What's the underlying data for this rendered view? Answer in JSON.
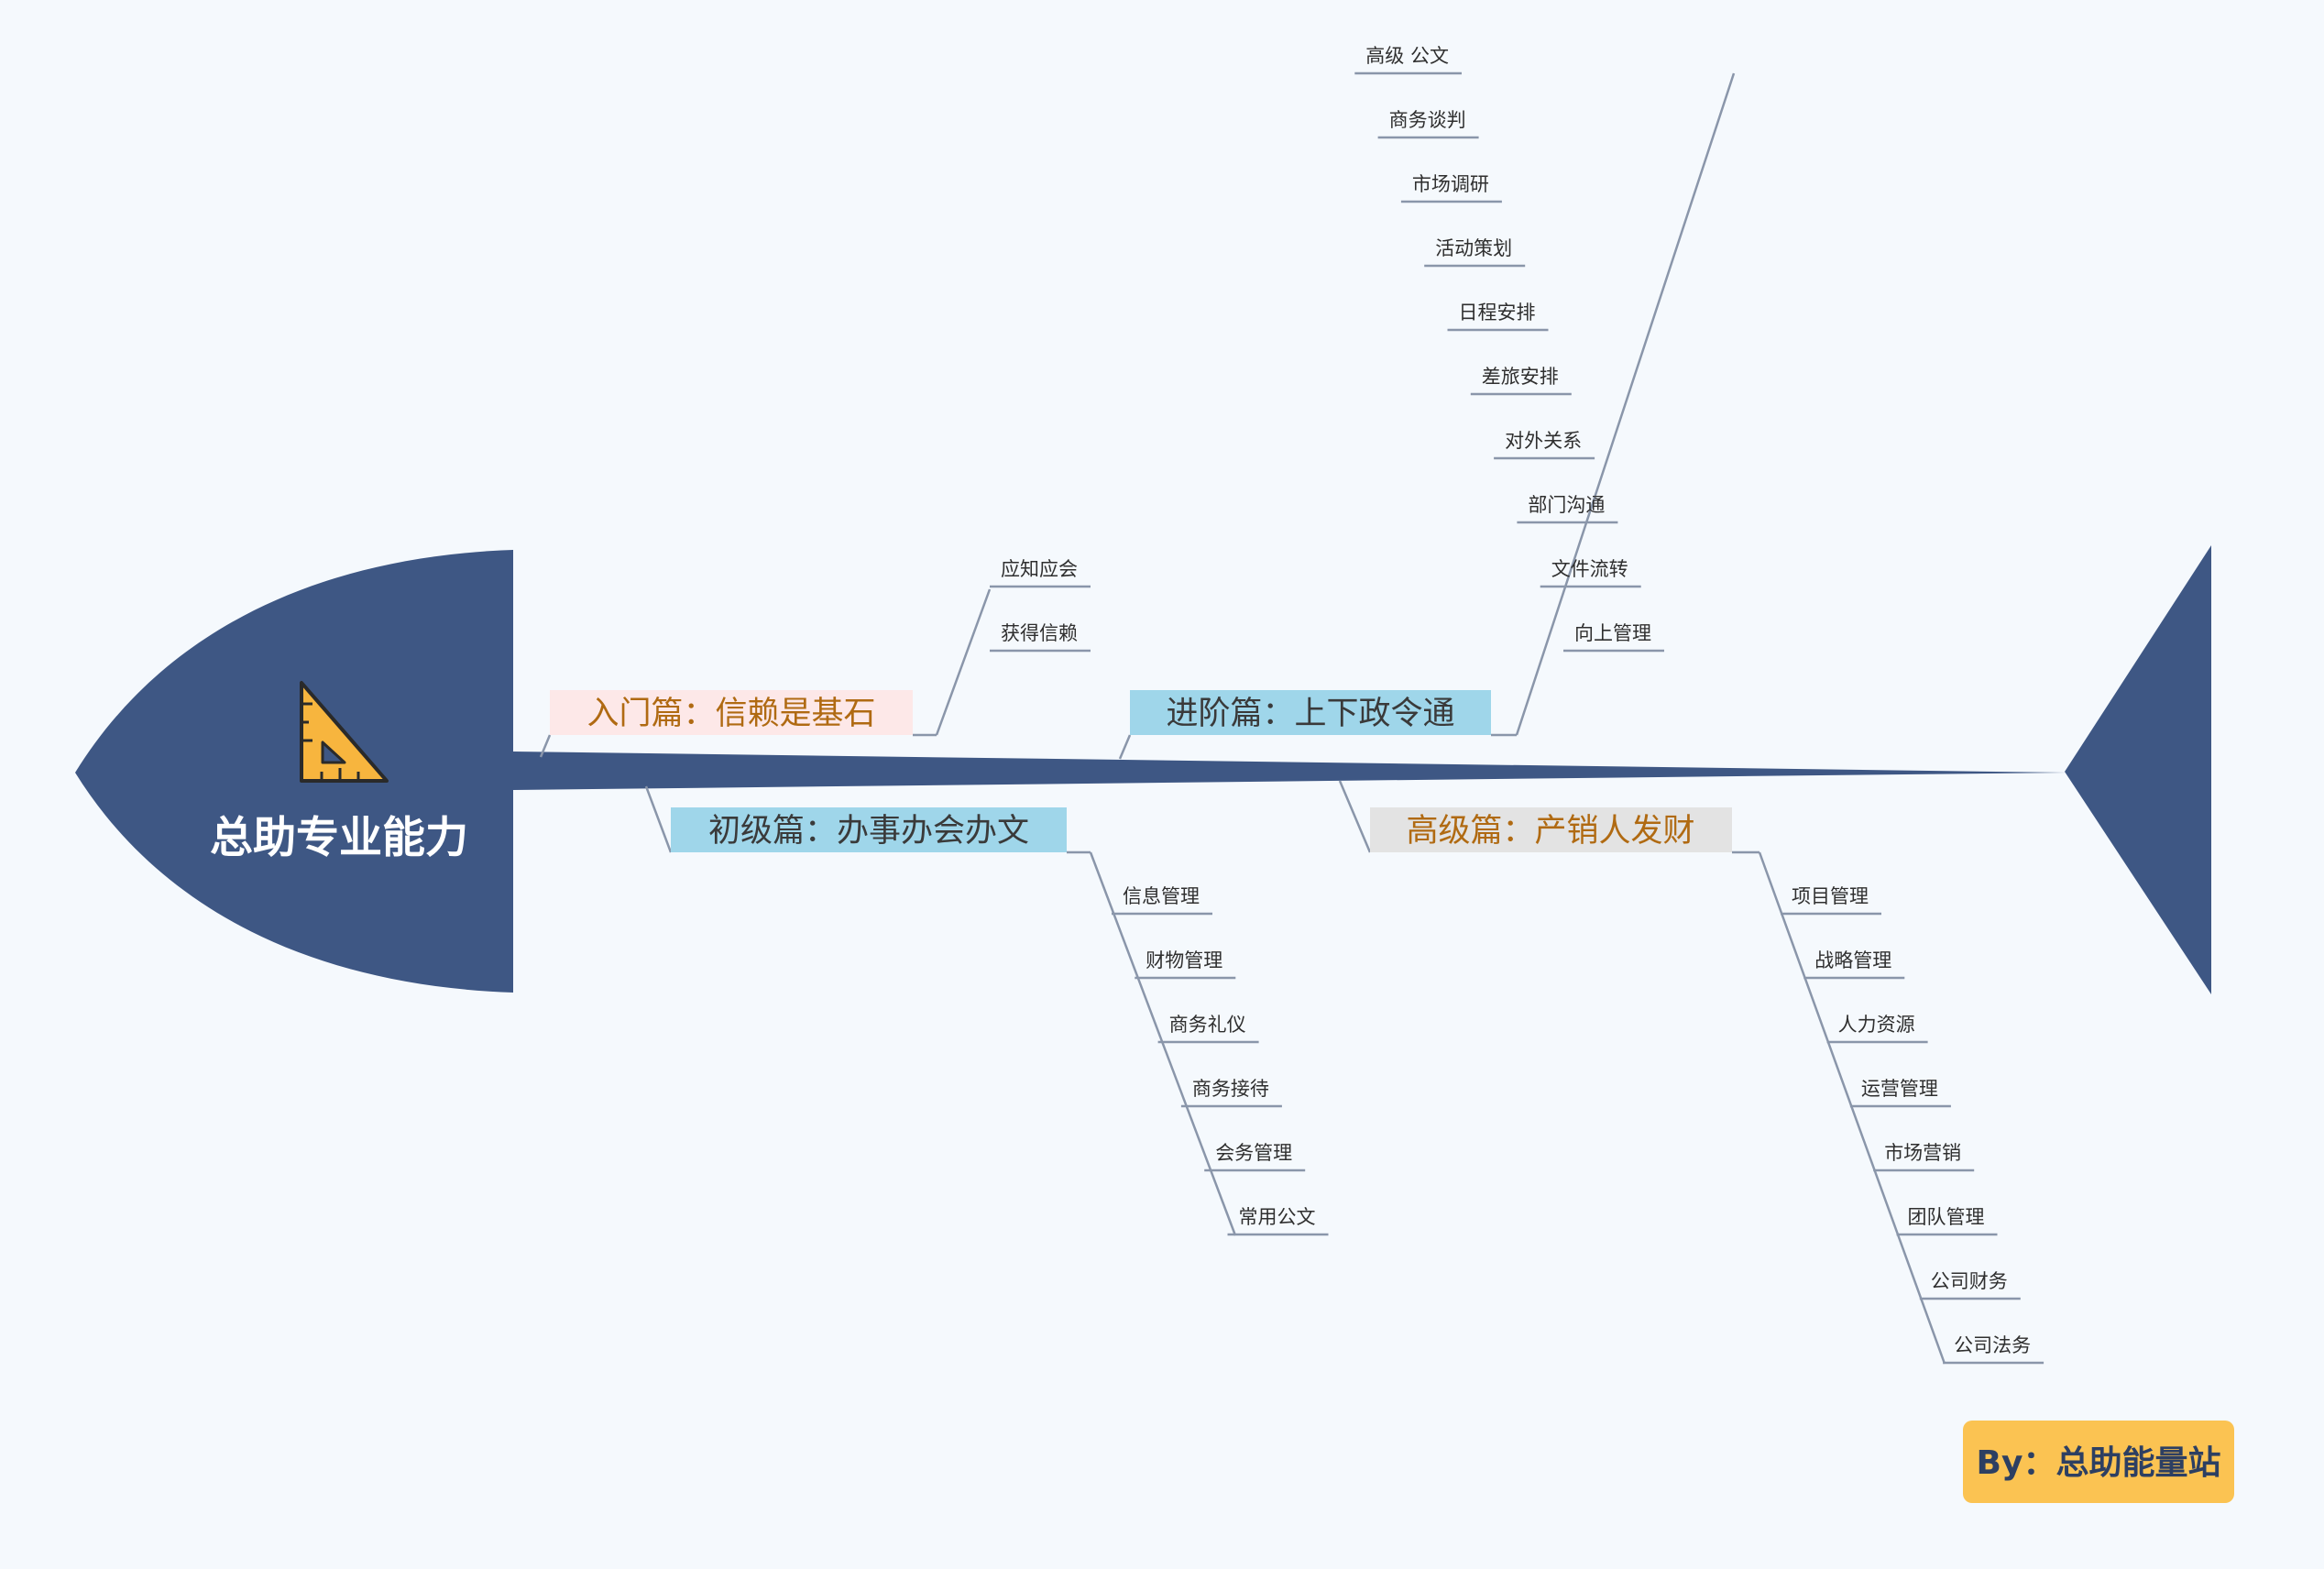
{
  "center": {
    "title": "总助专业能力",
    "icon": "set-square-ruler-icon"
  },
  "colors": {
    "fish": "#3e5784",
    "line": "#8a96aa",
    "b1_bg": "#fde8e8",
    "b1_text": "#b06a12",
    "b2_bg": "#9fd6ea",
    "b2_text": "#3a3a3a",
    "b3_bg": "#9fd6ea",
    "b3_text": "#3a3a3a",
    "b4_bg": "#e3e3e3",
    "b4_text": "#b06a12",
    "badge_bg": "#fbc352"
  },
  "branches": {
    "b1": {
      "label": "入门篇：信赖是基石",
      "leaves": [
        "应知应会",
        "获得信赖"
      ]
    },
    "b2": {
      "label": "初级篇：办事办会办文",
      "leaves": [
        "信息管理",
        "财物管理",
        "商务礼仪",
        "商务接待",
        "会务管理",
        "常用公文"
      ]
    },
    "b3": {
      "label": "进阶篇：上下政令通",
      "leaves": [
        "向上管理",
        "文件流转",
        "部门沟通",
        "对外关系",
        "差旅安排",
        "日程安排",
        "活动策划",
        "市场调研",
        "商务谈判",
        "高级 公文"
      ]
    },
    "b4": {
      "label": "高级篇：产销人发财",
      "leaves": [
        "项目管理",
        "战略管理",
        "人力资源",
        "运营管理",
        "市场营销",
        "团队管理",
        "公司财务",
        "公司法务"
      ]
    }
  },
  "badge": {
    "text": "By：总助能量站"
  }
}
